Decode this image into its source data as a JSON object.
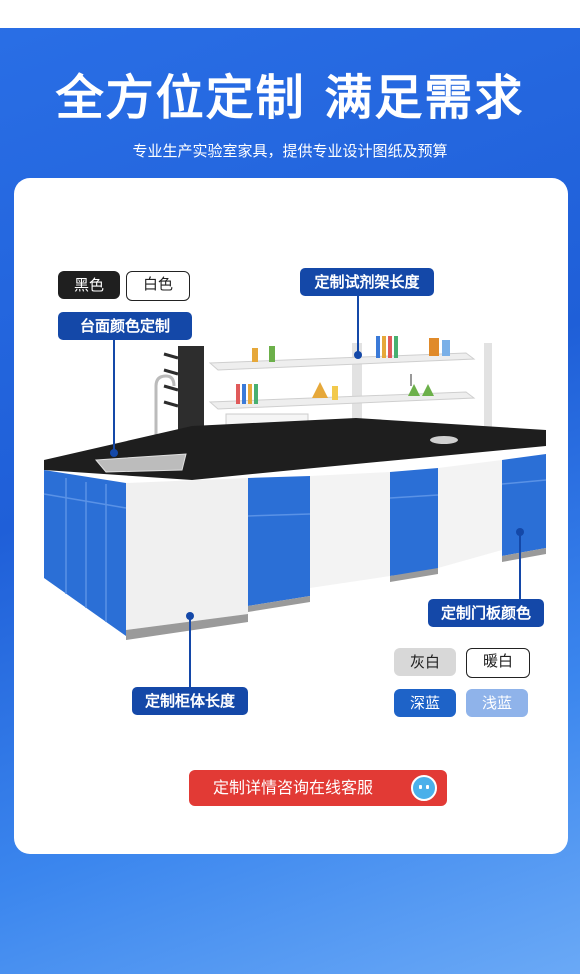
{
  "header": {
    "title": "全方位定制 满足需求",
    "subtitle": "专业生产实验室家具，提供专业设计图纸及预算"
  },
  "labels": {
    "countertop_colors": [
      "黑色",
      "白色"
    ],
    "countertop": "台面颜色定制",
    "reagent_rack": "定制试剂架长度",
    "door_panel": "定制门板颜色",
    "door_colors": [
      "灰白",
      "暖白",
      "深蓝",
      "浅蓝"
    ],
    "cabinet_length": "定制柜体长度"
  },
  "cta": {
    "label": "定制详情咨询在线客服",
    "icon": "chat-bot-icon"
  },
  "colors": {
    "brand_blue": "#1448a8",
    "cabinet_blue": "#2b6fd6",
    "cta_red": "#e23a35"
  }
}
